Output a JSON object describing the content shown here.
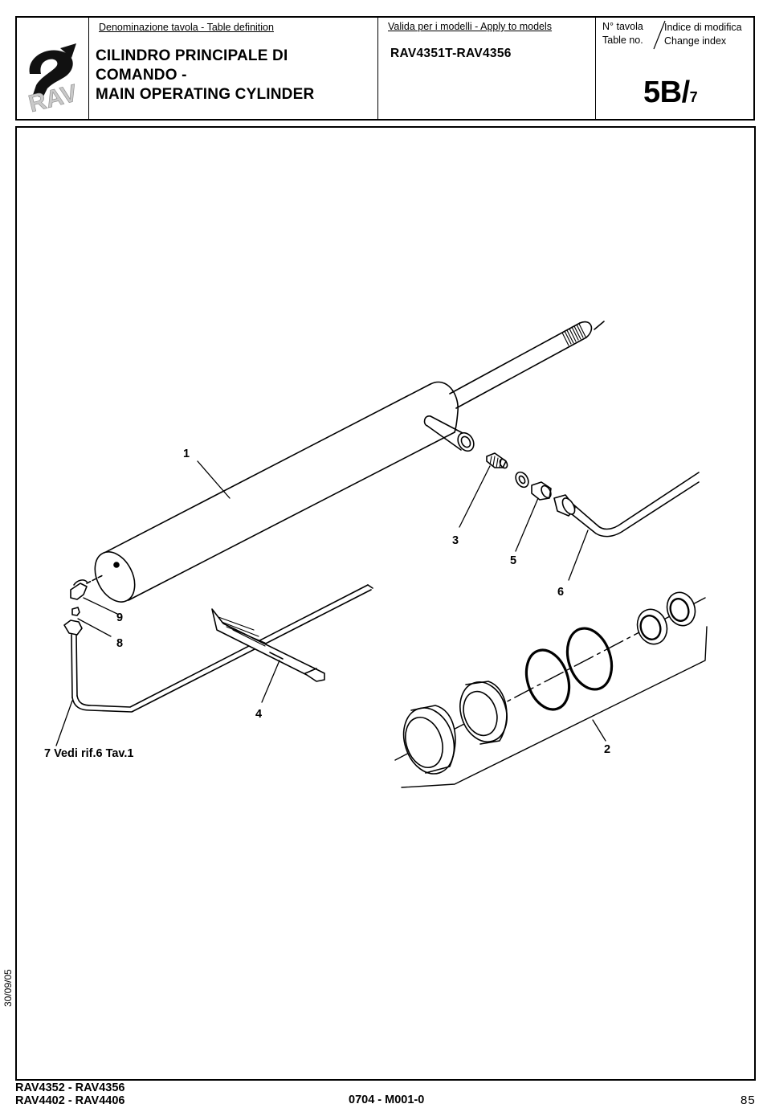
{
  "header": {
    "table_definition_label": "Denominazione tavola - Table definition",
    "title_lines": [
      "CILINDRO PRINCIPALE DI",
      "COMANDO -",
      "MAIN OPERATING CYLINDER"
    ],
    "apply_to_label": "Valida per i modelli - Apply to models",
    "models": "RAV4351T-RAV4356",
    "table_no_label_it": "N° tavola",
    "table_no_label_en": "Table no.",
    "change_index_label_it": "Indice di modifica",
    "change_index_label_en": "Change index",
    "table_number": "5B/",
    "change_index": "7",
    "logo_text": "RAV"
  },
  "drawing": {
    "callouts": [
      {
        "id": "1",
        "text": "1"
      },
      {
        "id": "2",
        "text": "2"
      },
      {
        "id": "3",
        "text": "3"
      },
      {
        "id": "4",
        "text": "4"
      },
      {
        "id": "5",
        "text": "5"
      },
      {
        "id": "6",
        "text": "6"
      },
      {
        "id": "7",
        "text": "7 Vedi rif.6 Tav.1"
      },
      {
        "id": "8",
        "text": "8"
      },
      {
        "id": "9",
        "text": "9"
      }
    ]
  },
  "footer": {
    "models_line1": "RAV4352 - RAV4356",
    "models_line2": "RAV4402 - RAV4406",
    "doc_code": "0704 - M001-0",
    "page_number": "85",
    "date": "30/09/05"
  }
}
